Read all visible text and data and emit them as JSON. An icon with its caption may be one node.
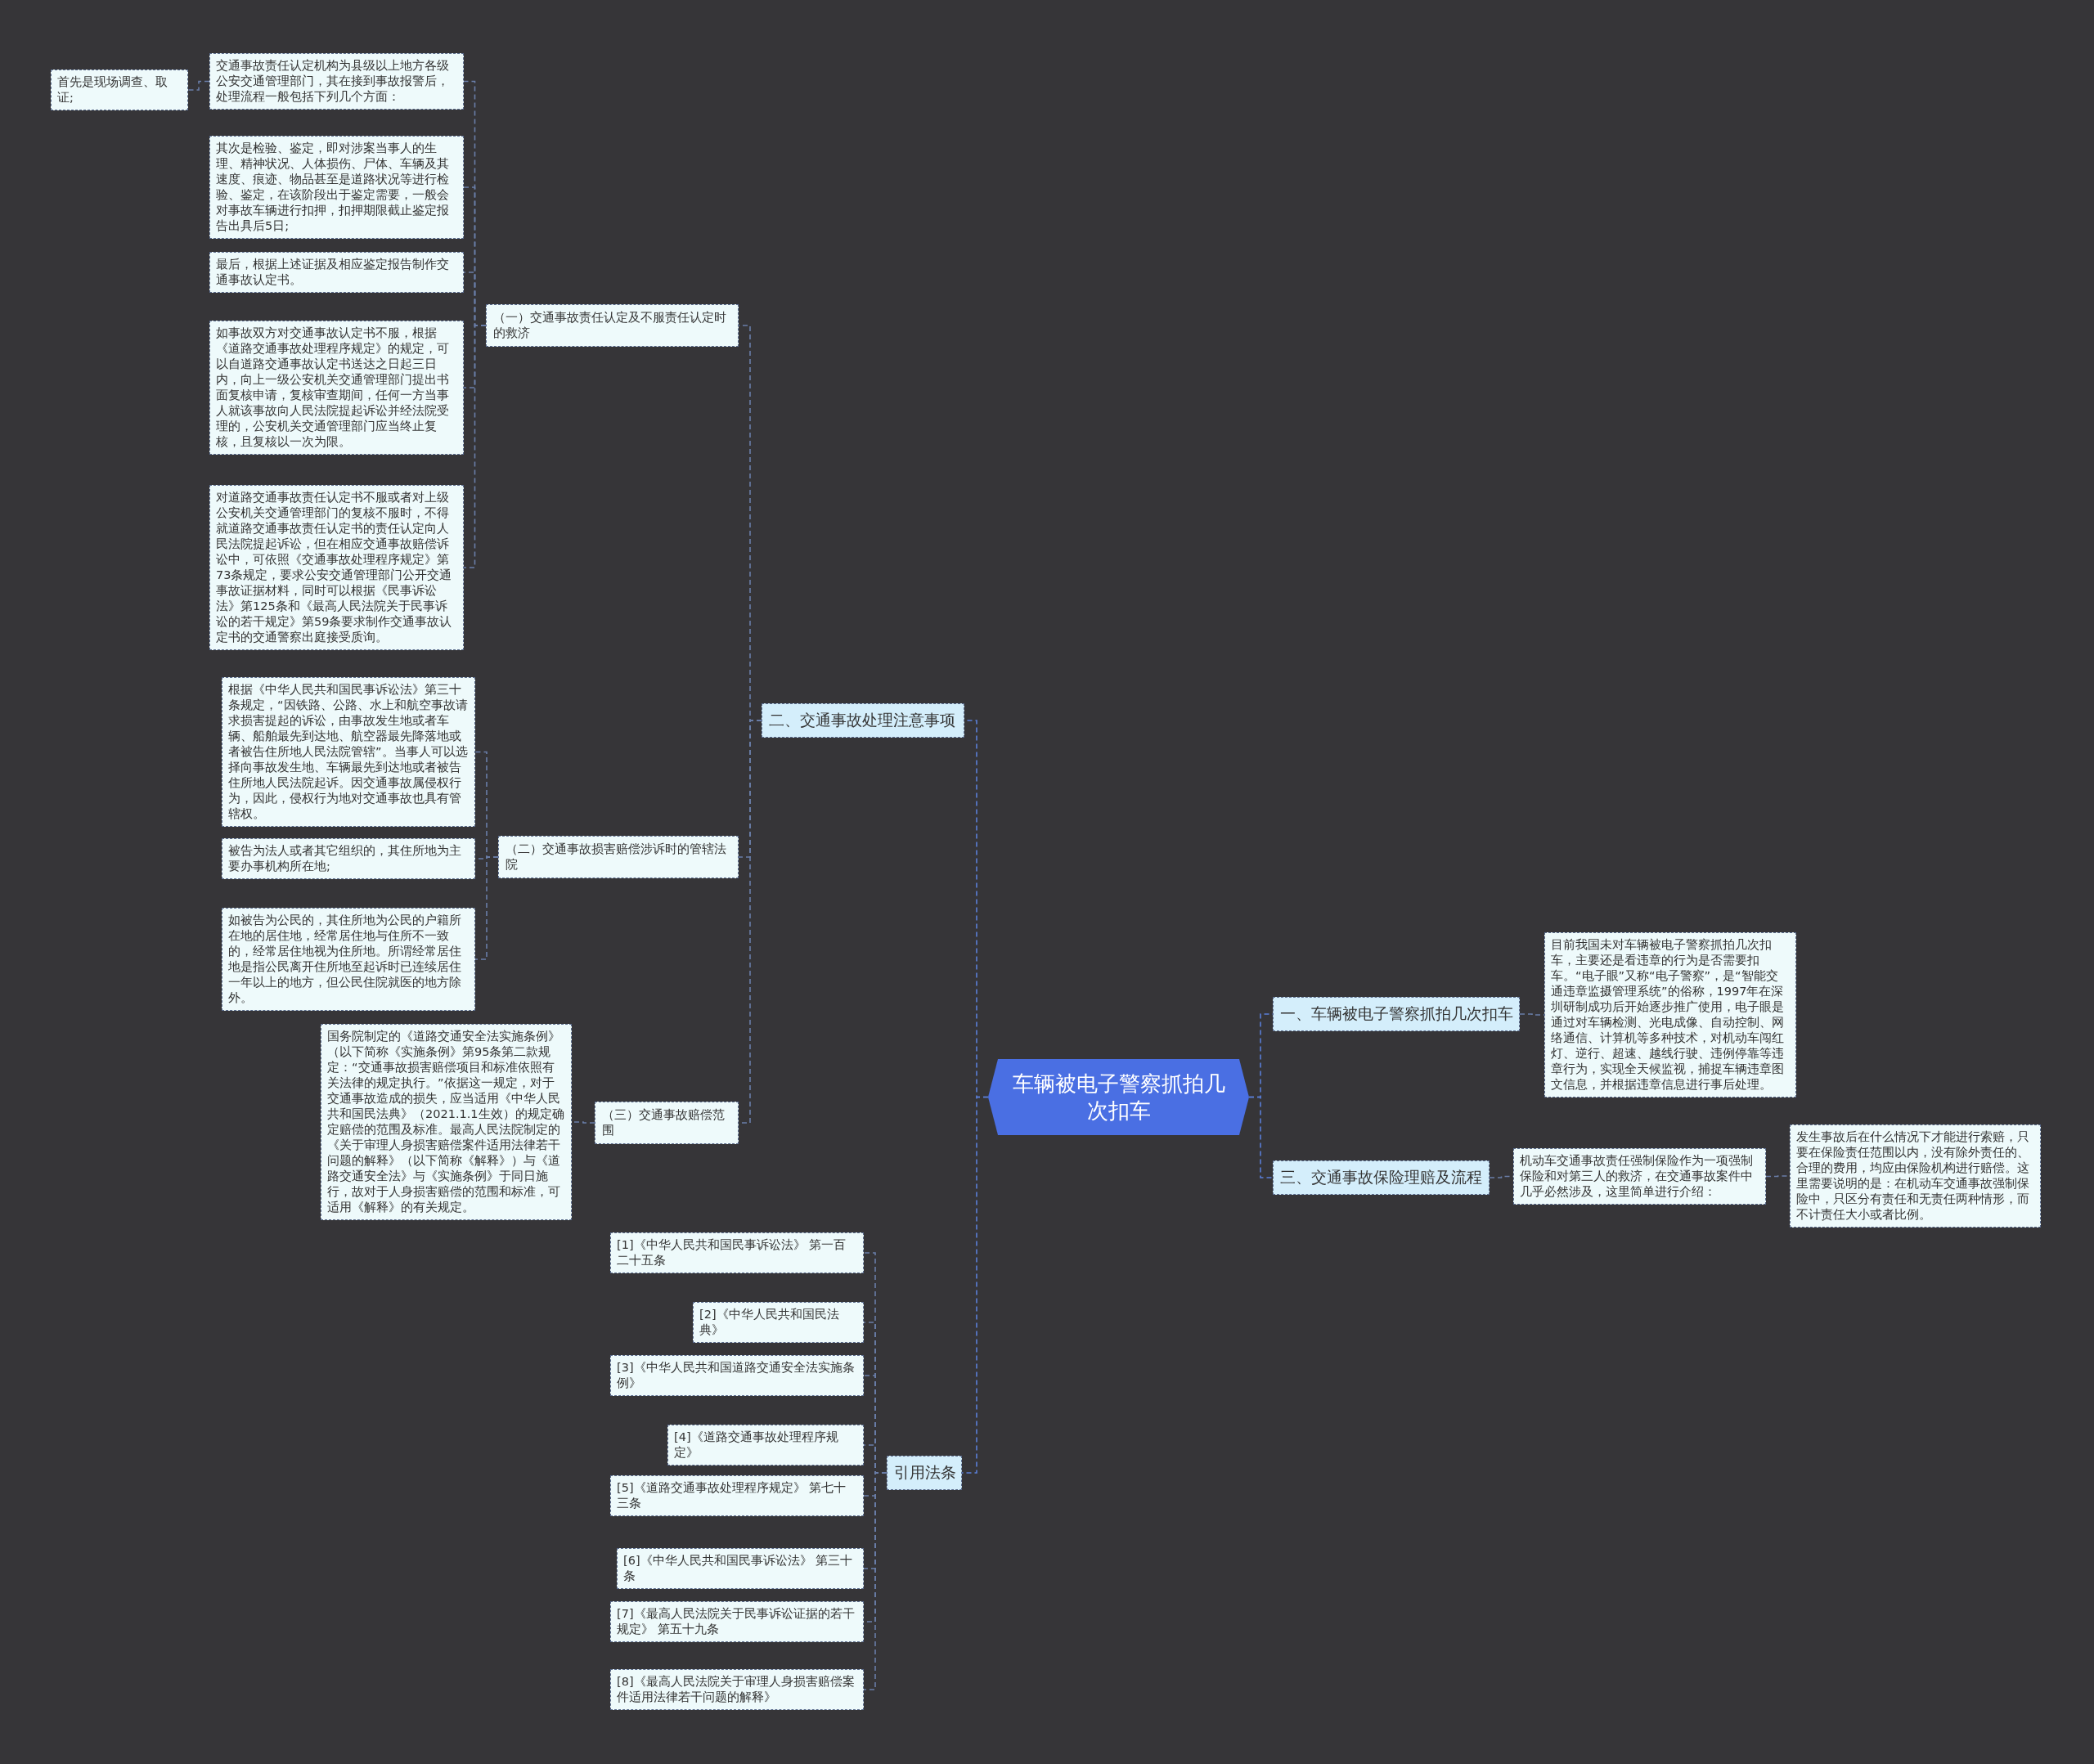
{
  "diagram": {
    "nodes": [
      {
        "text": [
          "车辆被电子警察抓拍几次扣车"
        ]
      },
      {
        "text": [
          "二、交通事故处理注意事项"
        ]
      },
      {
        "text": [
          "（一）交通事故责任认定及不服责任认定时的救济"
        ]
      },
      {
        "text": [
          "交通事故责任认定机构为县级以上地方各级公安交通管理部门，其在接到事故报警后，处理流程一般包括下列几个方面："
        ]
      },
      {
        "text": [
          "首先是现场调查、取证;"
        ]
      },
      {
        "text": [
          "其次是检验、鉴定，即对涉案当事人的生理、精神状况、人体损伤、尸体、车辆及其速度、痕迹、物品甚至是道路状况等进行检验、鉴定，在该阶段出于鉴定需要，一般会对事故车辆进行扣押，扣押期限截止鉴定报告出具后5日;"
        ]
      },
      {
        "text": [
          "最后，根据上述证据及相应鉴定报告制作交通事故认定书。"
        ]
      },
      {
        "text": [
          "如事故双方对交通事故认定书不服，根据《道路交通事故处理程序规定》的规定，可以自道路交通事故认定书送达之日起三日内，向上一级公安机关交通管理部门提出书面复核申请，复核审查期间，任何一方当事人就该事故向人民法院提起诉讼并经法院受理的，公安机关交通管理部门应当终止复核，且复核以一次为限。"
        ]
      },
      {
        "text": [
          "对道路交通事故责任认定书不服或者对上级公安机关交通管理部门的复核不服时，不得就道路交通事故责任认定书的责任认定向人民法院提起诉讼，但在相应交通事故赔偿诉讼中，可依照《交通事故处理程序规定》第73条规定，要求公安交通管理部门公开交通事故证据材料，同时可以根据《民事诉讼法》第125条和《最高人民法院关于民事诉讼的若干规定》第59条要求制作交通事故认定书的交通警察出庭接受质询。"
        ]
      },
      {
        "text": [
          "（二）交通事故损害赔偿涉诉时的管辖法院"
        ]
      },
      {
        "text": [
          "根据《中华人民共和国民事诉讼法》第三十条规定，“因铁路、公路、水上和航空事故请求损害提起的诉讼，由事故发生地或者车辆、船舶最先到达地、航空器最先降落地或者被告住所地人民法院管辖”。当事人可以选择向事故发生地、车辆最先到达地或者被告住所地人民法院起诉。因交通事故属侵权行为，因此，侵权行为地对交通事故也具有管辖权。"
        ]
      },
      {
        "text": [
          "被告为法人或者其它组织的，其住所地为主要办事机构所在地;"
        ]
      },
      {
        "text": [
          "如被告为公民的，其住所地为公民的户籍所在地的居住地，经常居住地与住所不一致的，经常居住地视为住所地。所谓经常居住地是指公民离开住所地至起诉时已连续居住一年以上的地方，但公民住院就医的地方除外。"
        ]
      },
      {
        "text": [
          "（三）交通事故赔偿范围"
        ]
      },
      {
        "text": [
          "国务院制定的《道路交通安全法实施条例》（以下简称《实施条例》第95条第二款规定：“交通事故损害赔偿项目和标准依照有关法律的规定执行。”依据这一规定，对于交通事故造成的损失，应当适用《中华人民共和国民法典》（2021.1.1生效）的规定确定赔偿的范围及标准。最高人民法院制定的《关于审理人身损害赔偿案件适用法律若干问题的解释》（以下简称《解释》）与《道路交通安全法》与《实施条例》于同日施行，故对于人身损害赔偿的范围和标准，可适用《解释》的有关规定。"
        ]
      },
      {
        "text": [
          "引用法条"
        ]
      },
      {
        "text": [
          "[1]《中华人民共和国民事诉讼法》 第一百二十五条"
        ]
      },
      {
        "text": [
          "[2]《中华人民共和国民法典》"
        ]
      },
      {
        "text": [
          "[3]《中华人民共和国道路交通安全法实施条例》"
        ]
      },
      {
        "text": [
          "[4]《道路交通事故处理程序规定》"
        ]
      },
      {
        "text": [
          "[5]《道路交通事故处理程序规定》 第七十三条"
        ]
      },
      {
        "text": [
          "[6]《中华人民共和国民事诉讼法》 第三十条"
        ]
      },
      {
        "text": [
          "[7]《最高人民法院关于民事诉讼证据的若干规定》 第五十九条"
        ]
      },
      {
        "text": [
          "[8]《最高人民法院关于审理人身损害赔偿案件适用法律若干问题的解释》"
        ]
      },
      {
        "text": [
          "一、车辆被电子警察抓拍几次扣车"
        ]
      },
      {
        "text": [
          "目前我国未对车辆被电子警察抓拍几次扣车，主要还是看违章的行为是否需要扣车。“电子眼”又称“电子警察”，是“智能交通违章监摄管理系统”的俗称，1997年在深圳研制成功后开始逐步推广使用，电子眼是通过对车辆检测、光电成像、自动控制、网络通信、计算机等多种技术，对机动车闯红灯、逆行、超速、越线行驶、违例停靠等违章行为，实现全天候监视，捕捉车辆违章图文信息，并根据违章信息进行事后处理。"
        ]
      },
      {
        "text": [
          "三、交通事故保险理赔及流程"
        ]
      },
      {
        "text": [
          "机动车交通事故责任强制保险作为一项强制保险和对第三人的救济，在交通事故案件中几乎必然涉及，这里简单进行介绍："
        ]
      },
      {
        "text": [
          "发生事故后在什么情况下才能进行索赔，只要在保险责任范围以内，没有除外责任的、合理的费用，均应由保险机构进行赔偿。这里需要说明的是：在机动车交通事故强制保险中，只区分有责任和无责任两种情形，而不计责任大小或者比例。"
        ]
      }
    ],
    "edges": [
      {
        "from": 0,
        "to": 1,
        "arrow": "none"
      },
      {
        "from": 1,
        "to": 2,
        "arrow": "none"
      },
      {
        "from": 2,
        "to": 3,
        "arrow": "none"
      },
      {
        "from": 3,
        "to": 4,
        "arrow": "none"
      },
      {
        "from": 2,
        "to": 5,
        "arrow": "none"
      },
      {
        "from": 2,
        "to": 6,
        "arrow": "none"
      },
      {
        "from": 2,
        "to": 7,
        "arrow": "none"
      },
      {
        "from": 2,
        "to": 8,
        "arrow": "none"
      },
      {
        "from": 1,
        "to": 9,
        "arrow": "none"
      },
      {
        "from": 9,
        "to": 10,
        "arrow": "none"
      },
      {
        "from": 9,
        "to": 11,
        "arrow": "none"
      },
      {
        "from": 9,
        "to": 12,
        "arrow": "none"
      },
      {
        "from": 1,
        "to": 13,
        "arrow": "none"
      },
      {
        "from": 13,
        "to": 14,
        "arrow": "none"
      },
      {
        "from": 0,
        "to": 15,
        "arrow": "none"
      },
      {
        "from": 15,
        "to": 16,
        "arrow": "none"
      },
      {
        "from": 15,
        "to": 17,
        "arrow": "none"
      },
      {
        "from": 15,
        "to": 18,
        "arrow": "none"
      },
      {
        "from": 15,
        "to": 19,
        "arrow": "none"
      },
      {
        "from": 15,
        "to": 20,
        "arrow": "none"
      },
      {
        "from": 15,
        "to": 21,
        "arrow": "none"
      },
      {
        "from": 15,
        "to": 22,
        "arrow": "none"
      },
      {
        "from": 15,
        "to": 23,
        "arrow": "none"
      },
      {
        "from": 0,
        "to": 24,
        "arrow": "none"
      },
      {
        "from": 24,
        "to": 25,
        "arrow": "none"
      },
      {
        "from": 0,
        "to": 26,
        "arrow": "none"
      },
      {
        "from": 26,
        "to": 27,
        "arrow": "none"
      },
      {
        "from": 27,
        "to": 28,
        "arrow": "none"
      }
    ]
  }
}
